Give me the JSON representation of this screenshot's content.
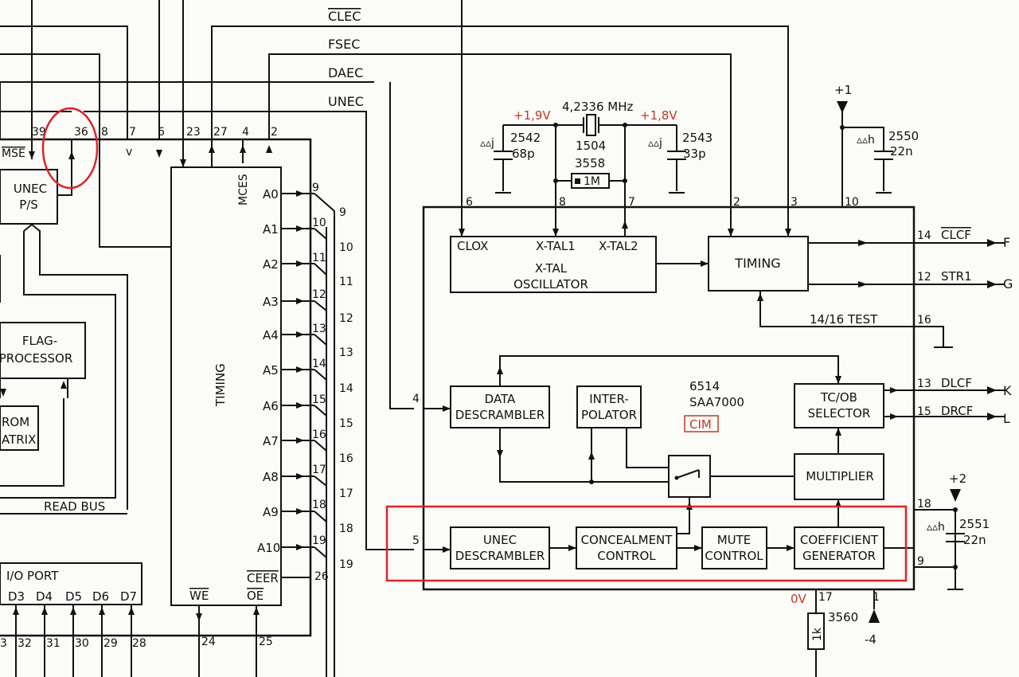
{
  "signals_top": {
    "clec": "CLEC",
    "fsec": "FSEC",
    "daec": "DAEC",
    "unec": "UNEC"
  },
  "left_ic": {
    "pins_top": [
      "39",
      "36",
      "8",
      "7",
      "6",
      "23",
      "27",
      "4",
      "2"
    ],
    "mse_label": "MSE",
    "unec_ps": [
      "UNEC",
      "P/S"
    ],
    "flag_processor": [
      "FLAG-",
      "PROCESSOR"
    ],
    "rom_matrix": [
      "ROM",
      "ATRIX"
    ],
    "read_bus": "READ BUS",
    "io_port": "I/O PORT",
    "data_pins": [
      "D3",
      "D4",
      "D5",
      "D6",
      "D7"
    ],
    "data_pin_numbers": [
      "3",
      "32",
      "31",
      "30",
      "29",
      "28"
    ],
    "v_mark": "v"
  },
  "timing_ic": {
    "label": "TIMING",
    "mces": "MCES",
    "addr_labels": [
      "A0",
      "A1",
      "A2",
      "A3",
      "A4",
      "A5",
      "A6",
      "A7",
      "A8",
      "A9",
      "A10"
    ],
    "addr_pins_inner": [
      "9",
      "10",
      "11",
      "12",
      "13",
      "14",
      "15",
      "16",
      "17",
      "18",
      "19"
    ],
    "addr_pins_outer": [
      "9",
      "10",
      "11",
      "12",
      "13",
      "14",
      "15",
      "16",
      "17",
      "18",
      "19"
    ],
    "ceer": "CEER",
    "oe": "OE",
    "we": "WE",
    "pin26": "26",
    "pin24": "24",
    "pin25": "25"
  },
  "components": {
    "c2542": {
      "ref": "2542",
      "value": "68p",
      "mark": "▵▵j"
    },
    "c2543": {
      "ref": "2543",
      "value": "33p",
      "mark": "▵▵j"
    },
    "c2550": {
      "ref": "2550",
      "value": "22n",
      "mark": "▵▵h"
    },
    "c2551": {
      "ref": "2551",
      "value": "22n",
      "mark": "▵▵h"
    },
    "xtal": {
      "freq": "4,2336 MHz",
      "ref": "1504"
    },
    "r3558": {
      "ref": "3558",
      "value": "1M"
    },
    "r3560": {
      "ref": "3560",
      "value": "1k"
    },
    "v19": "+1,9V",
    "v18": "+1,8V",
    "ov": "0V",
    "plus1": "+1",
    "plus2": "+2",
    "minus4": "-4"
  },
  "main_ic": {
    "id1": "6514",
    "id2": "SAA7000",
    "cim": "CIM",
    "pins": {
      "p6": "6",
      "p8": "8",
      "p7": "7",
      "p2": "2",
      "p3": "3",
      "p10": "10",
      "p14": "14",
      "p12": "12",
      "p16": "16",
      "p13": "13",
      "p15": "15",
      "p18": "18",
      "p9": "9",
      "p4": "4",
      "p5": "5",
      "p17": "17",
      "p1": "1"
    },
    "blocks": {
      "clox": "CLOX",
      "xtal1": "X-TAL1",
      "xtal2": "X-TAL2",
      "osc": [
        "X-TAL",
        "OSCILLATOR"
      ],
      "timing": "TIMING",
      "data_descr": [
        "DATA",
        "DESCRAMBLER"
      ],
      "interp": [
        "INTER-",
        "POLATOR"
      ],
      "tcob": [
        "TC/OB",
        "SELECTOR"
      ],
      "multiplier": "MULTIPLIER",
      "unec_descr": [
        "UNEC",
        "DESCRAMBLER"
      ],
      "concealment": [
        "CONCEALMENT",
        "CONTROL"
      ],
      "mute": [
        "MUTE",
        "CONTROL"
      ],
      "coeff": [
        "COEFFICIENT",
        "GENERATOR"
      ]
    },
    "outputs": {
      "clcf": "CLCF",
      "str1": "STR1",
      "test": "14/16 TEST",
      "dlcf": "DLCF",
      "drcf": "DRCF"
    },
    "out_letters": {
      "f": "F",
      "g": "G",
      "k": "K",
      "l": "L"
    }
  },
  "colors": {
    "annotation_red": "#d9252a",
    "ink": "#111111",
    "paper": "#fbfbf8"
  }
}
